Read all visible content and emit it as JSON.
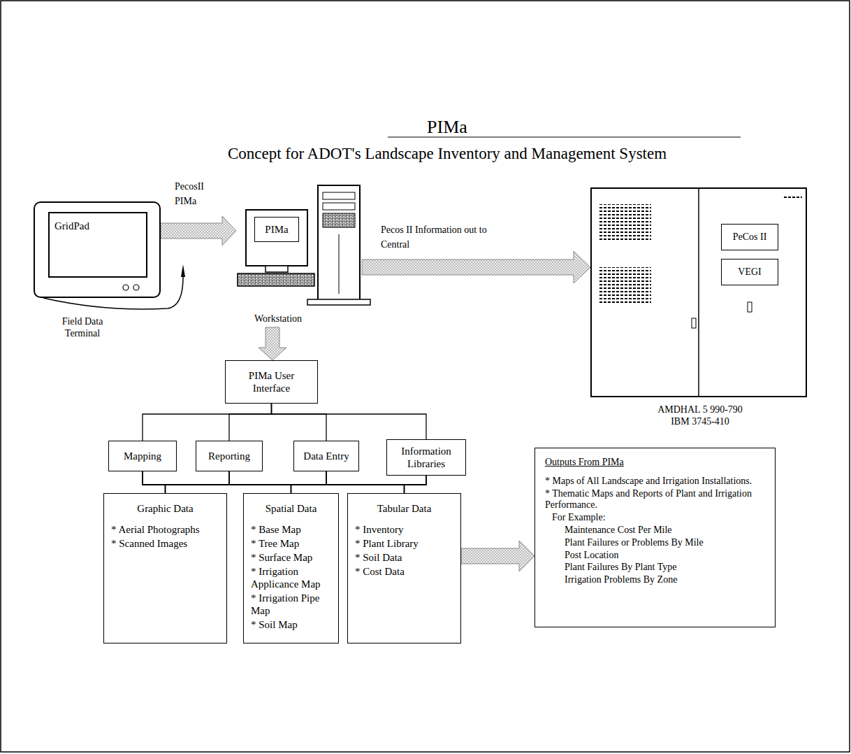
{
  "diagram": {
    "title": "PIMa",
    "nodes": [
      {
        "text": [
          "GridPad",
          "Field Data Terminal"
        ]
      },
      {
        "text": [
          "PIMa",
          "Workstation"
        ]
      },
      {
        "text": [
          "AMDHAL 5 990-790 IBM 3745-410"
        ]
      },
      {
        "text": [
          "PeCos II"
        ],
        "in": 2
      },
      {
        "text": [
          "VEGI"
        ],
        "in": 2
      },
      {
        "text": [
          "PIMa User Interface"
        ]
      },
      {
        "text": [
          "Mapping"
        ]
      },
      {
        "text": [
          "Reporting"
        ]
      },
      {
        "text": [
          "Data Entry"
        ]
      },
      {
        "text": [
          "Information Libraries"
        ]
      },
      {
        "text": [
          "Graphic Data",
          "* Aerial Photographs",
          "* Scanned Images"
        ]
      },
      {
        "text": [
          "Spatial Data",
          "* Base Map",
          "* Tree Map",
          "* Surface Map",
          "* Irrigation Applicance Map",
          "* Irrigation Pipe Map",
          "* Soil Map"
        ]
      },
      {
        "text": [
          "Tabular Data",
          "* Inventory",
          "* Plant Library",
          "* Soil Data",
          "* Cost Data"
        ]
      },
      {
        "text": [
          "Outputs From PIMa",
          "* Maps of All Landscape and Irrigation Installations.",
          "* Thematic Maps and Reports of Plant and Irrigation Performance.",
          "For Example:",
          "Maintenance Cost Per Mile",
          "Plant Failures or Problems By Mile",
          "Post Location",
          "Plant Failures By Plant Type",
          "Irrigation Problems By Zone"
        ]
      }
    ],
    "edges": [
      {
        "from": 0,
        "to": 1,
        "label": "PecosII PIMa",
        "arrow": "to"
      },
      {
        "from": 1,
        "to": 2,
        "label": "Pecos II Information out to Central",
        "arrow": "to"
      },
      {
        "from": 1,
        "to": 5,
        "arrow": "to"
      },
      {
        "from": 5,
        "to": 6,
        "arrow": "none"
      },
      {
        "from": 5,
        "to": 7,
        "arrow": "none"
      },
      {
        "from": 5,
        "to": 8,
        "arrow": "none"
      },
      {
        "from": 5,
        "to": 9,
        "arrow": "none"
      },
      {
        "from": 6,
        "to": 10,
        "arrow": "none"
      },
      {
        "from": 6,
        "to": 11,
        "arrow": "none"
      },
      {
        "from": 6,
        "to": 12,
        "arrow": "none"
      },
      {
        "from": 7,
        "to": 10,
        "arrow": "none"
      },
      {
        "from": 7,
        "to": 11,
        "arrow": "none"
      },
      {
        "from": 7,
        "to": 12,
        "arrow": "none"
      },
      {
        "from": 8,
        "to": 10,
        "arrow": "none"
      },
      {
        "from": 8,
        "to": 11,
        "arrow": "none"
      },
      {
        "from": 8,
        "to": 12,
        "arrow": "none"
      },
      {
        "from": 9,
        "to": 10,
        "arrow": "none"
      },
      {
        "from": 9,
        "to": 11,
        "arrow": "none"
      },
      {
        "from": 9,
        "to": 12,
        "arrow": "none"
      },
      {
        "from": 12,
        "to": 13,
        "arrow": "to"
      }
    ],
    "labels": [
      "Concept for ADOT's Landscape Inventory and Management System"
    ]
  }
}
